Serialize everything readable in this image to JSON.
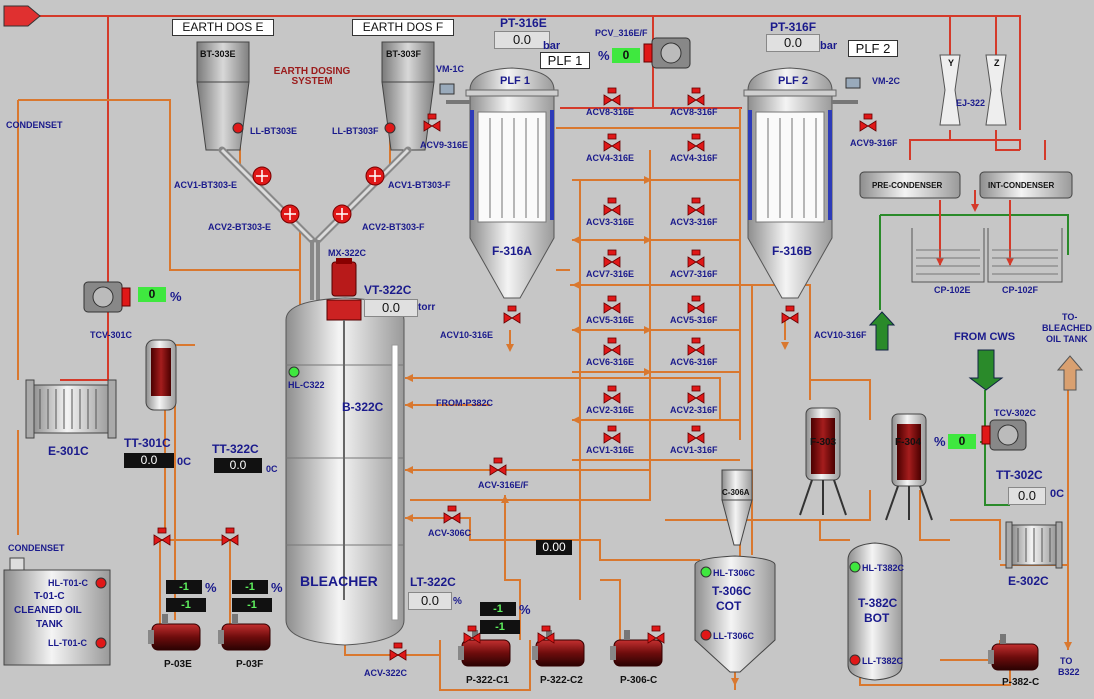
{
  "screen": {
    "earth_dos_e": "EARTH DOS E",
    "earth_dos_f": "EARTH DOS F",
    "earth_dosing_system": "EARTH DOSING SYSTEM",
    "plf1_button": "PLF 1",
    "plf2_button": "PLF 2"
  },
  "readouts": {
    "pt316e": {
      "tag": "PT-316E",
      "value": "0.0",
      "unit": "bar"
    },
    "pt316f": {
      "tag": "PT-316F",
      "value": "0.0",
      "unit": "bar"
    },
    "pcv316ef": {
      "tag": "PCV_316E/F",
      "value": "0",
      "unit": "%"
    },
    "vt322c": {
      "tag": "VT-322C",
      "value": "0.0",
      "unit": "torr"
    },
    "tcv301c": {
      "tag": "TCV-301C",
      "value": "0",
      "unit": "%"
    },
    "tt301c": {
      "tag": "TT-301C",
      "value": "0.0",
      "unit": "0C"
    },
    "tt322c": {
      "tag": "TT-322C",
      "value": "0.0",
      "unit": "0C"
    },
    "lt322c": {
      "tag": "LT-322C",
      "value": "0.0",
      "unit": "%"
    },
    "tcv302c": {
      "tag": "TCV-302C",
      "value": "0",
      "unit": "%"
    },
    "tt302c": {
      "tag": "TT-302C",
      "value": "0.0",
      "unit": "0C"
    },
    "center_value": "0.00",
    "p03e_pct": "-1",
    "p03e_val": "-1",
    "p03f_pct": "-1",
    "p03f_val": "-1",
    "p322_pct": "-1",
    "p322_val": "-1",
    "pct_unit": "%"
  },
  "equipment": {
    "bt303e": "BT-303E",
    "bt303f": "BT-303F",
    "ll_bt303e": "LL-BT303E",
    "ll_bt303f": "LL-BT303F",
    "acv1_bt303e": "ACV1-BT303-E",
    "acv2_bt303e": "ACV2-BT303-E",
    "acv1_bt303f": "ACV1-BT303-F",
    "acv2_bt303f": "ACV2-BT303-F",
    "mx322c": "MX-322C",
    "vm1c": "VM-1C",
    "vm2c": "VM-2C",
    "plf1": "PLF 1",
    "plf2": "PLF 2",
    "f316a": "F-316A",
    "f316b": "F-316B",
    "acv9_316e": "ACV9-316E",
    "acv9_316f": "ACV9-316F",
    "acv10_316e": "ACV10-316E",
    "acv10_316f": "ACV10-316F",
    "ej322": "EJ-322",
    "y": "Y",
    "z": "Z",
    "pre_condenser": "PRE-CONDENSER",
    "int_condenser": "INT-CONDENSER",
    "cp102e": "CP-102E",
    "cp102f": "CP-102F",
    "condenset": "CONDENSET",
    "e301c": "E-301C",
    "hl_c322": "HL-C322",
    "b322c": "B-322C",
    "bleacher": "BLEACHER",
    "from_p382c": "FROM-P382C",
    "acv316ef": "ACV-316E/F",
    "acv306c": "ACV-306C",
    "acv322c": "ACV-322C",
    "t01c_line1": "T-01-C",
    "t01c_line2": "CLEANED OIL",
    "t01c_line3": "TANK",
    "hl_t01c": "HL-T01-C",
    "ll_t01c": "LL-T01-C",
    "p03e": "P-03E",
    "p03f": "P-03F",
    "p322c1": "P-322-C1",
    "p322c2": "P-322-C2",
    "p306c": "P-306-C",
    "c306a": "C-306A",
    "hl_t306c": "HL-T306C",
    "ll_t306c": "LL-T306C",
    "t306c_line1": "T-306C",
    "t306c_line2": "COT",
    "f303": "F-303",
    "f304": "F-304",
    "hl_t382c": "HL-T382C",
    "ll_t382c": "LL-T382C",
    "t382c_line1": "T-382C",
    "t382c_line2": "BOT",
    "from_cws": "FROM CWS",
    "to_bleached_line1": "TO-",
    "to_bleached_line2": "BLEACHED",
    "to_bleached_line3": "OIL TANK",
    "e302c": "E-302C",
    "p382c": "P-382-C",
    "to_b322_line1": "TO",
    "to_b322_line2": "B322"
  },
  "valve_rows": [
    {
      "e": "ACV8-316E",
      "f": "ACV8-316F"
    },
    {
      "e": "ACV4-316E",
      "f": "ACV4-316F"
    },
    {
      "e": "ACV3-316E",
      "f": "ACV3-316F"
    },
    {
      "e": "ACV7-316E",
      "f": "ACV7-316F"
    },
    {
      "e": "ACV5-316E",
      "f": "ACV5-316F"
    },
    {
      "e": "ACV6-316E",
      "f": "ACV6-316F"
    },
    {
      "e": "ACV2-316E",
      "f": "ACV2-316F"
    },
    {
      "e": "ACV1-316E",
      "f": "ACV1-316F"
    }
  ],
  "colors": {
    "background": "#c6c6c6",
    "oil_pipe": "#d9782f",
    "vacuum_pipe": "#d43a2a",
    "water_pipe": "#2a8a2a",
    "valve_red": "#e01818",
    "label_blue": "#1a1a8c",
    "status_green": "#3fe83f",
    "status_red": "#e01818"
  }
}
